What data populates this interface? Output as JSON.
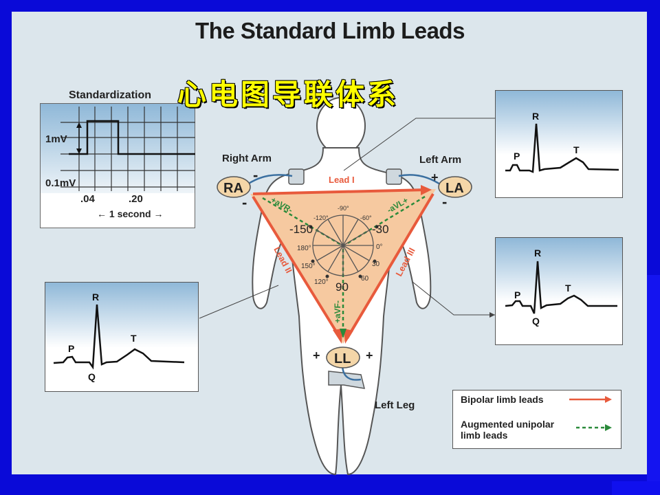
{
  "title": "The Standard Limb Leads",
  "chinese_title": "心电图导联体系",
  "standardization": {
    "label": "Standardization",
    "mv_label": "1mV",
    "small_label": "0.1mV",
    "tick_04": ".04",
    "tick_20": ".20",
    "second_label": "← 1 second →"
  },
  "body_labels": {
    "right_arm": "Right Arm",
    "left_arm": "Left Arm",
    "left_leg": "Left Leg"
  },
  "electrodes": {
    "ra": "RA",
    "la": "LA",
    "ll": "LL"
  },
  "signs": {
    "plus": "+",
    "minus": "-"
  },
  "leads": {
    "lead1": "Lead I",
    "lead2": "Lead II",
    "lead3": "Lead III",
    "avr": "+aVR-",
    "avl": "-aVL+",
    "avf": "+aVF-"
  },
  "axis_labels": {
    "m150": "-150",
    "m30": "-30",
    "p90": "90",
    "m120": "-120°",
    "m90": "-90°",
    "m60": "-60°",
    "d180": "180°",
    "d0": "0°",
    "d150": "150°",
    "d30": "30",
    "d120": "120°",
    "d60": "60"
  },
  "waves": {
    "p": "P",
    "q": "Q",
    "r": "R",
    "t": "T"
  },
  "legend": {
    "bipolar": "Bipolar limb leads",
    "augmented_1": "Augmented unipolar",
    "augmented_2": "limb leads",
    "bipolar_color": "#e85a3c",
    "augmented_color": "#2a8a3a"
  },
  "colors": {
    "background_blue": "#0a0ad8",
    "panel": "#dce6ec",
    "triangle_fill": "#f6c9a0",
    "electrode_fill": "#f4d6a8",
    "chinese_title": "#ffff00"
  }
}
